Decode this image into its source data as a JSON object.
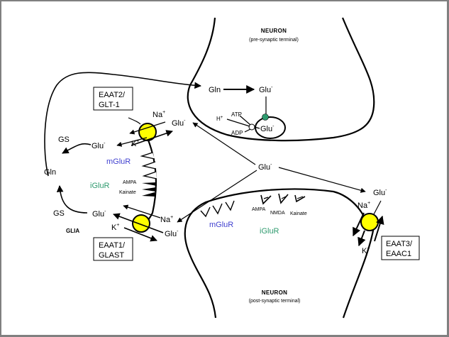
{
  "diagram": {
    "presynaptic": {
      "title": "NEURON",
      "subtitle": "(pre-synaptic terminal)",
      "gln": "Gln",
      "glu": "Glu",
      "vesicle_glu": "Glu",
      "h_ion": "H",
      "atp": "ATP",
      "adp": "ADP"
    },
    "postsynaptic": {
      "title": "NEURON",
      "subtitle": "(post-synaptic terminal)",
      "mglur": "mGluR",
      "iglur": "iGluR",
      "ampa": "AMPA",
      "nmda": "NMDA",
      "kainate": "Kainate"
    },
    "glia": {
      "label": "GLIA",
      "gln": "Gln",
      "gs_top": "GS",
      "gs_bottom": "GS",
      "glu_top": "Glu",
      "glu_bottom": "Glu",
      "mglur": "mGluR",
      "iglur": "iGluR",
      "ampa": "AMPA",
      "kainate": "Kainate"
    },
    "cleft": {
      "glu": "Glu"
    },
    "transporters": [
      {
        "name_line1": "EAAT2/",
        "name_line2": "GLT-1",
        "na": "Na",
        "k": "K",
        "glu": "Glu"
      },
      {
        "name_line1": "EAAT1/",
        "name_line2": "GLAST",
        "na": "Na",
        "k": "K",
        "glu": "Glu"
      },
      {
        "name_line1": "EAAT3/",
        "name_line2": "EAAC1",
        "na": "Na",
        "k": "K",
        "glu": "Glu"
      }
    ],
    "superscripts": {
      "minus": "-",
      "plus": "+"
    },
    "colors": {
      "transporter": "#ffff00",
      "vesicle_channel": "#2e9a6e",
      "mglur_text": "#3f3fcf",
      "iglur_text": "#2e9a6e"
    }
  }
}
